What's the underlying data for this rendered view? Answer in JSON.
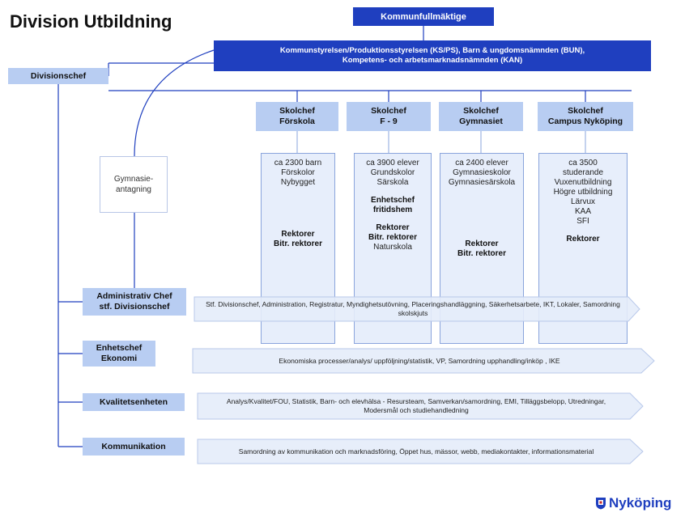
{
  "title": "Division Utbildning",
  "top": {
    "kommunfullmaktige": "Kommunfullmäktige",
    "styrelser_line1": "Kommunstyrelsen/Produktionsstyrelsen (KS/PS),  Barn & ungdomsnämnden (BUN),",
    "styrelser_line2": "Kompetens- och arbetsmarknadsnämnden (KAN)"
  },
  "divisionschef": "Divisionschef",
  "gymnasieantagning": "Gymnasie-\nantagning",
  "skolchefer": [
    {
      "line1": "Skolchef",
      "line2": "Förskola"
    },
    {
      "line1": "Skolchef",
      "line2": "F - 9"
    },
    {
      "line1": "Skolchef",
      "line2": "Gymnasiet"
    },
    {
      "line1": "Skolchef",
      "line2": "Campus Nyköping"
    }
  ],
  "columns": {
    "forskola": {
      "l1": "ca 2300 barn",
      "l2": "Förskolor",
      "l3": "Nybygget",
      "b1": "Rektorer",
      "b2": "Bitr. rektorer"
    },
    "f9": {
      "l1": "ca 3900 elever",
      "l2": "Grundskolor",
      "l3": "Särskola",
      "e1": "Enhetschef",
      "e2": "fritidshem",
      "b1": "Rektorer",
      "b2": "Bitr. rektorer",
      "l4": "Naturskola"
    },
    "gymnasiet": {
      "l1": "ca 2400 elever",
      "l2": "Gymnasieskolor",
      "l3": "Gymnasiesärskola",
      "b1": "Rektorer",
      "b2": "Bitr. rektorer"
    },
    "campus": {
      "l1": "ca 3500",
      "l2": "studerande",
      "l3": "Vuxenutbildning",
      "l4": "Högre utbildning",
      "l5": "Lärvux",
      "l6": "KAA",
      "l7": "SFI",
      "b1": "Rektorer"
    }
  },
  "staff": [
    {
      "label_l1": "Administrativ Chef",
      "label_l2": "stf. Divisionschef",
      "text": "Stf. Divisionschef, Administration, Registratur, Myndighetsutövning, Placeringshandläggning, Säkerhetsarbete, IKT, Lokaler, Samordning skolskjuts"
    },
    {
      "label_l1": "Enhetschef",
      "label_l2": "Ekonomi",
      "text": "Ekonomiska processer/analys/ uppföljning/statistik, VP, Samordning upphandling/inköp , IKE"
    },
    {
      "label_l1": "Kvalitetsenheten",
      "text": "Analys/Kvalitet/FOU,  Statistik, Barn- och elevhälsa - Resursteam, Samverkan/samordning, EMI, Tilläggsbelopp, Utredningar, Modersmål och studiehandledning"
    },
    {
      "label_l1": "Kommunikation",
      "text": "Samordning av kommunikation och marknadsföring, Öppet hus, mässor, webb, mediakontakter, informationsmaterial"
    }
  ],
  "logo_text": "Nyköping",
  "colors": {
    "dark_blue": "#1f3fbf",
    "light_blue": "#b8cdf2",
    "column_fill": "#e7eefb",
    "arrow_fill": "#e4ecfa"
  }
}
